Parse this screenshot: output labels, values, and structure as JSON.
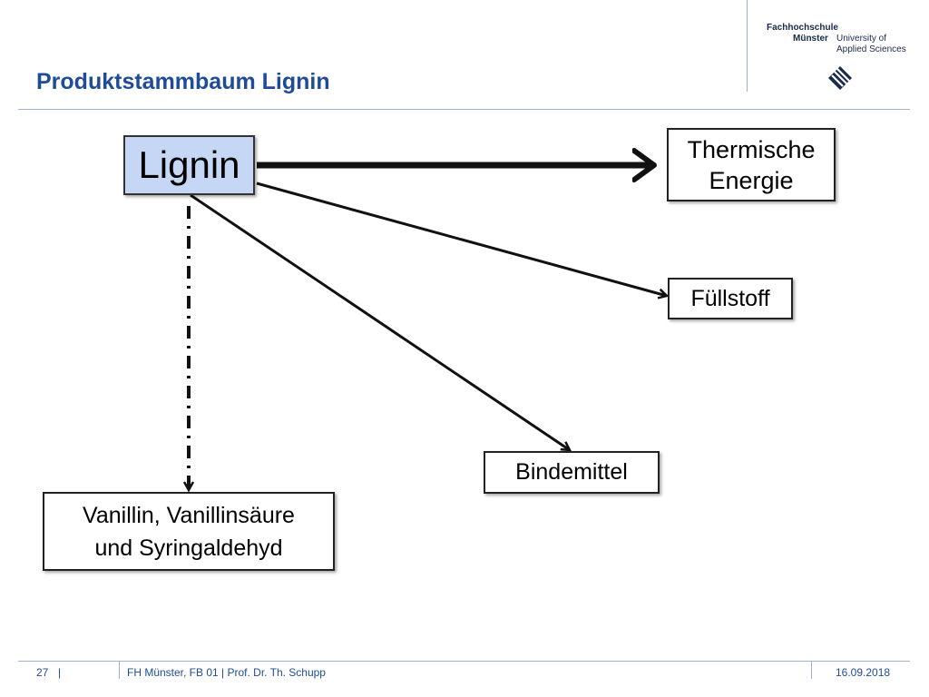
{
  "header": {
    "title": "Produktstammbaum Lignin"
  },
  "logo": {
    "line1": "Fachhochschule",
    "line2a": "Münster",
    "line2b": "University of",
    "line3": "Applied Sciences",
    "icon": "fh-muenster-logo-icon"
  },
  "diagram": {
    "source": "Lignin",
    "targets": {
      "thermal": "Thermische\nEnergie",
      "filler": "Füllstoff",
      "binder": "Bindemittel",
      "vanillin": "Vanillin, Vanillinsäure\nund Syringaldehyd"
    }
  },
  "footer": {
    "page": "27",
    "separator": "|",
    "info": "FH Münster, FB 01  | Prof. Dr. Th. Schupp",
    "date": "16.09.2018"
  },
  "colors": {
    "accent": "#1f4b99",
    "lignin_fill": "#c5d7f5"
  }
}
